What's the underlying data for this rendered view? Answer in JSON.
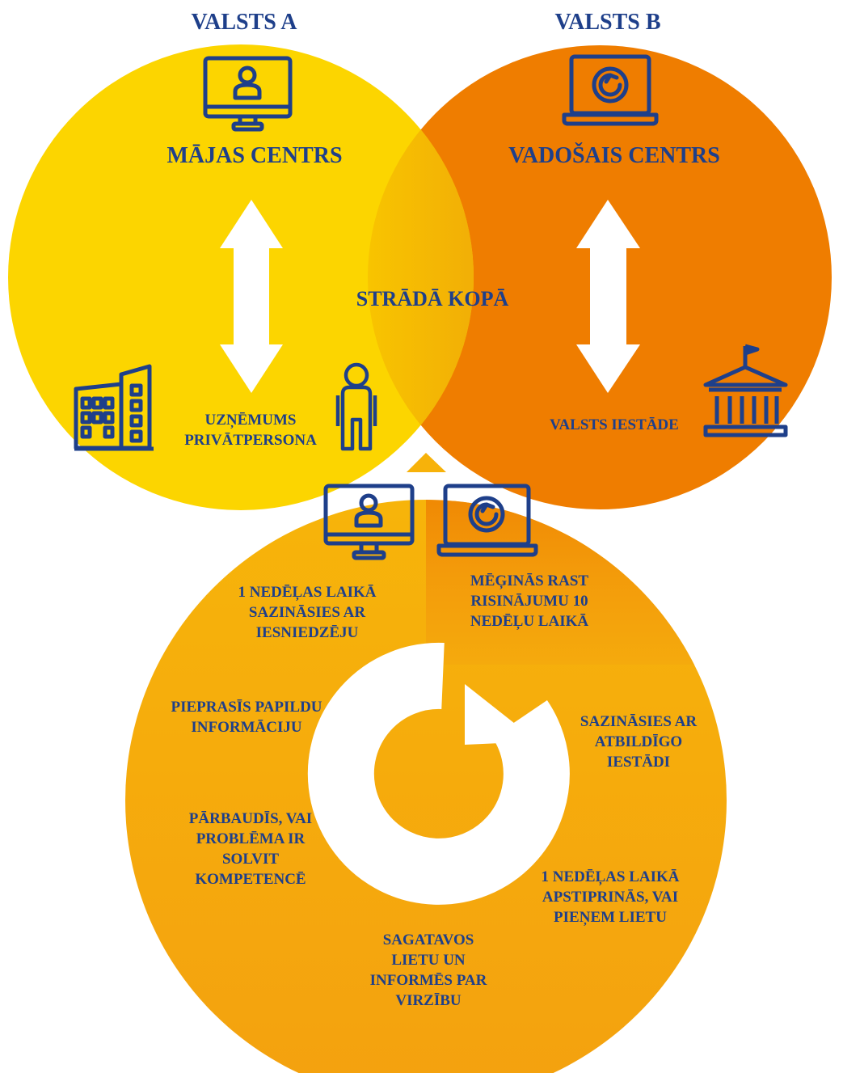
{
  "colors": {
    "text": "#1e3f8a",
    "yellow": "#fcd500",
    "orange": "#ef7d00",
    "amber": "#f5ae0d",
    "arrow": "#ffffff"
  },
  "headers": {
    "country_a": "VALSTS A",
    "country_b": "VALSTS B"
  },
  "centers": {
    "home": "MĀJAS CENTRS",
    "lead": "VADOŠAIS CENTRS"
  },
  "together": "STRĀDĀ KOPĀ",
  "parties": {
    "applicant": "UZŅĒMUMS\nPRIVĀTPERSONA",
    "authority": "VALSTS IESTĀDE"
  },
  "home_steps": {
    "contact": "1 NEDĒĻAS LAIKĀ\nSAZINĀSIES AR\nIESNIEDZĒJU",
    "info": "PIEPRASĪS PAPILDU\nINFORMĀCIJU",
    "check": "PĀRBAUDĪS, VAI\nPROBLĒMA IR\nSOLVIT\nKOMPETENCĒ",
    "prepare": "SAGATAVOS\nLIETU UN\nINFORMĒS PAR\nVIRZĪBU"
  },
  "lead_steps": {
    "resolve": "MĒĢINĀS RAST\nRISINĀJUMU 10\nNEDĒĻU LAIKĀ",
    "authority": "SAZINĀSIES AR\nATBILDĪGO\nIESTĀDI",
    "confirm": "1 NEDĒĻAS LAIKĀ\nAPSTIPRINĀS, VAI\nPIEŅEM LIETU"
  },
  "icons": {
    "home_top": "monitor-user-icon",
    "lead_top": "laptop-refresh-icon",
    "company": "office-buildings-icon",
    "person": "person-icon",
    "authority": "government-building-icon",
    "home_bottom": "monitor-user-icon",
    "lead_bottom": "laptop-refresh-icon",
    "cycle": "cycle-arrow-icon",
    "arrows": "double-arrow-icon"
  }
}
